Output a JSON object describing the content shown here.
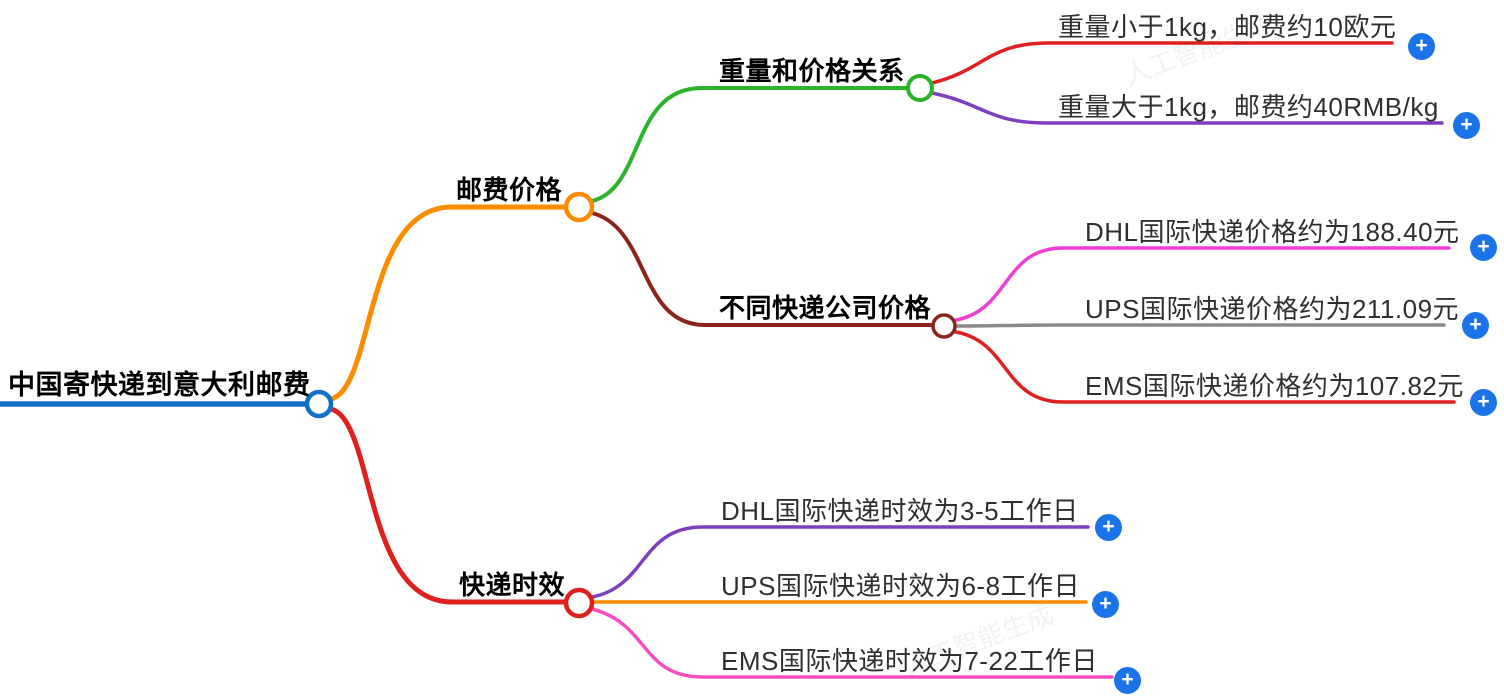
{
  "root": {
    "label": "中国寄快递到意大利邮费",
    "color": "#146fc8"
  },
  "branches": [
    {
      "label": "邮费价格",
      "color": "#fb8c00",
      "children": [
        {
          "label": "重量和价格关系",
          "color": "#2cb32c",
          "children": [
            {
              "label": "重量小于1kg，邮费约10欧元",
              "color": "#e01f1f"
            },
            {
              "label": "重量大于1kg，邮费约40RMB/kg",
              "color": "#7e3fbe"
            }
          ]
        },
        {
          "label": "不同快递公司价格",
          "color": "#8b241a",
          "children": [
            {
              "label": "DHL国际快递价格约为188.40元",
              "color": "#ef3fd1"
            },
            {
              "label": "UPS国际快递价格约为211.09元",
              "color": "#898989"
            },
            {
              "label": "EMS国际快递价格约为107.82元",
              "color": "#e01f1f"
            }
          ]
        }
      ]
    },
    {
      "label": "快递时效",
      "color": "#e01f1f",
      "children": [
        {
          "label": "DHL国际快递时效为3-5工作日",
          "color": "#7e3fbe"
        },
        {
          "label": "UPS国际快递时效为6-8工作日",
          "color": "#fb8c00"
        },
        {
          "label": "EMS国际快递时效为7-22工作日",
          "color": "#f94cc0"
        }
      ]
    }
  ],
  "ui": {
    "plus_symbol": "+"
  },
  "watermark": {
    "text": "人工智能生成"
  }
}
